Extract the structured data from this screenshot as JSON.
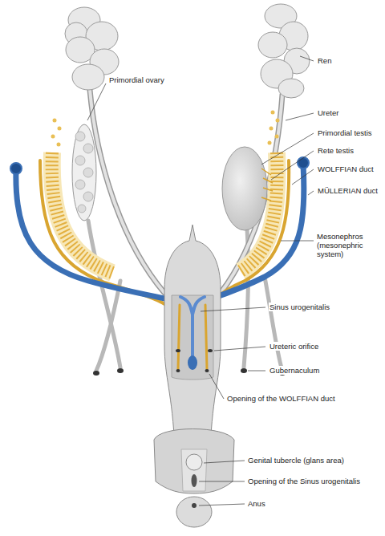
{
  "diagram": {
    "labels": [
      "Ren",
      "Ureter",
      "Primordial ovary",
      "Primordial testis",
      "Rete testis",
      "WOLFFIAN duct",
      "MÜLLERIAN duct",
      "Mesonephros (mesonephric system)",
      "Sinus urogenitalis",
      "Ureteric orifice",
      "Gubernaculum",
      "Opening of the WOLFFIAN duct",
      "Genital tubercle (glans area)",
      "Opening of the Sinus urogenitalis",
      "Anus"
    ]
  }
}
